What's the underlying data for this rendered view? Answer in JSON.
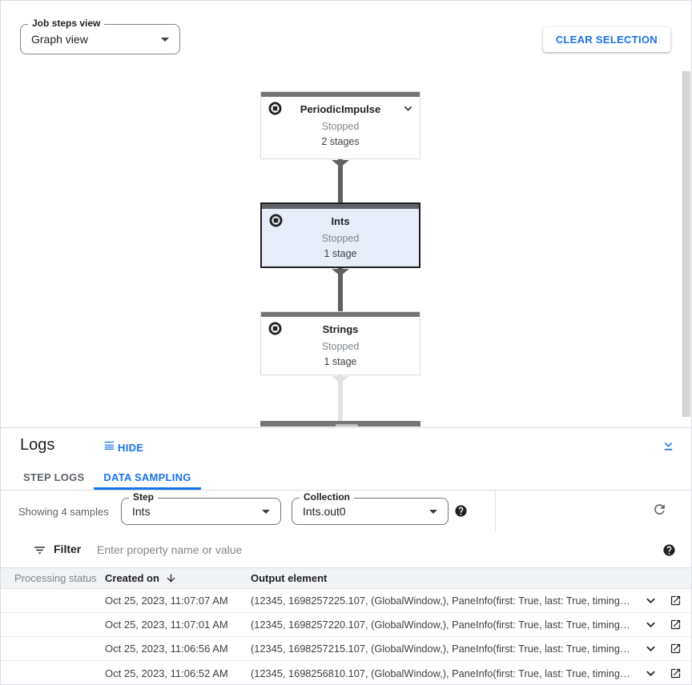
{
  "colors": {
    "accent_blue": "#1a73e8",
    "text_dark": "#202124",
    "text_gray": "#5f6368",
    "text_light_gray": "#80868b",
    "border_gray": "#dadce0",
    "node_top_bar": "#757575",
    "selected_node_bg": "#e7edf8",
    "connector_dark": "#616161",
    "connector_light": "#e2e2e2",
    "table_header_bg": "#f1f3f4"
  },
  "toolbar": {
    "job_steps_view": {
      "label": "Job steps view",
      "value": "Graph view"
    },
    "clear_selection_label": "CLEAR SELECTION"
  },
  "graph": {
    "nodes": [
      {
        "title": "PeriodicImpulse",
        "status": "Stopped",
        "stages": "2 stages",
        "selected": false
      },
      {
        "title": "Ints",
        "status": "Stopped",
        "stages": "1 stage",
        "selected": true
      },
      {
        "title": "Strings",
        "status": "Stopped",
        "stages": "1 stage",
        "selected": false
      }
    ]
  },
  "logs": {
    "title": "Logs",
    "hide_label": "HIDE",
    "tabs": [
      {
        "label": "STEP LOGS",
        "active": false
      },
      {
        "label": "DATA SAMPLING",
        "active": true
      }
    ],
    "sampling": {
      "showing_text": "Showing 4 samples",
      "step": {
        "label": "Step",
        "value": "Ints"
      },
      "collection": {
        "label": "Collection",
        "value": "Ints.out0"
      }
    },
    "filter": {
      "label": "Filter",
      "placeholder": "Enter property name or value"
    },
    "table": {
      "columns": [
        "Processing status",
        "Created on",
        "Output element"
      ],
      "rows": [
        {
          "created_on": "Oct 25, 2023, 11:07:07 AM",
          "output_element": "(12345, 1698257225.107, (GlobalWindow,), PaneInfo(first: True, last: True, timing…"
        },
        {
          "created_on": "Oct 25, 2023, 11:07:01 AM",
          "output_element": "(12345, 1698257220.107, (GlobalWindow,), PaneInfo(first: True, last: True, timing…"
        },
        {
          "created_on": "Oct 25, 2023, 11:06:56 AM",
          "output_element": "(12345, 1698257215.107, (GlobalWindow,), PaneInfo(first: True, last: True, timing…"
        },
        {
          "created_on": "Oct 25, 2023, 11:06:52 AM",
          "output_element": "(12345, 1698256810.107, (GlobalWindow,), PaneInfo(first: True, last: True, timing…"
        }
      ]
    }
  },
  "icons": {
    "dropdown-arrow-icon": "▾ filled triangle",
    "stopped-status-icon": "circle outline with filled square",
    "chevron-down-icon": "⌄",
    "hide-logs-icon": "four horizontal bars",
    "collapse-panel-icon": "chevron down over underline",
    "help-icon": "filled circle with question mark",
    "refresh-icon": "circular arrow",
    "filter-icon": "three stacked filter lines",
    "sort-descending-icon": "↓",
    "expand-row-icon": "⌄",
    "open-in-new-icon": "square with outward arrow"
  }
}
